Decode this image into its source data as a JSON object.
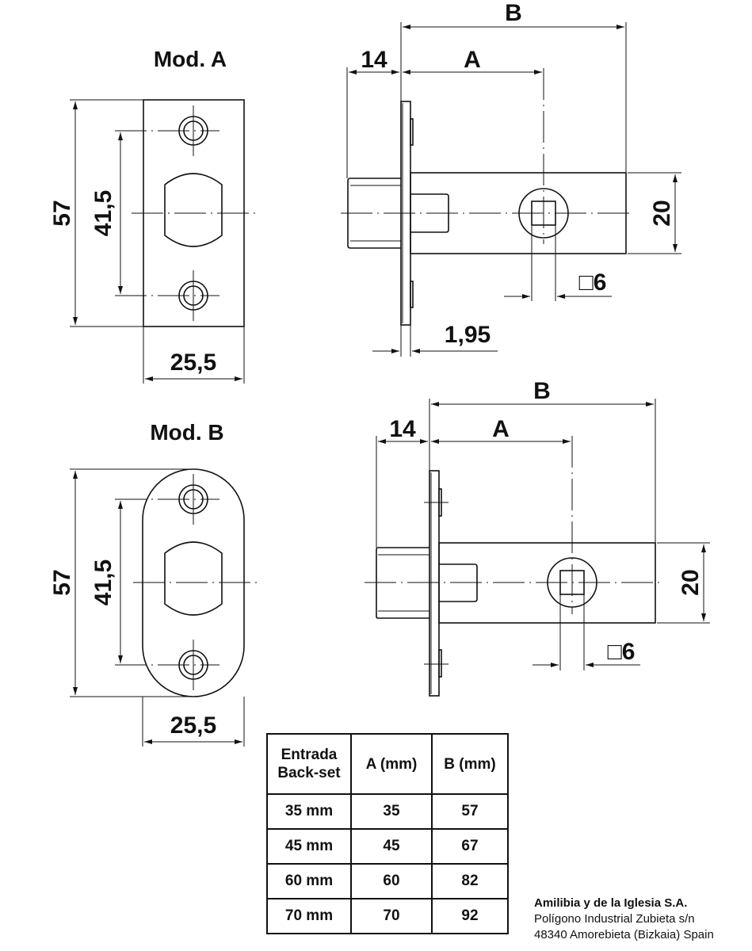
{
  "mod_a": {
    "title": "Mod. A",
    "dims": {
      "height": "57",
      "hole_spacing": "41,5",
      "width": "25,5"
    }
  },
  "mod_b": {
    "title": "Mod. B",
    "dims": {
      "height": "57",
      "hole_spacing": "41,5",
      "width": "25,5"
    }
  },
  "side_top": {
    "dims": {
      "b": "B",
      "a": "A",
      "bolt": "14",
      "case_height": "20",
      "spindle": "□6",
      "faceplate": "1,95"
    }
  },
  "side_bottom": {
    "dims": {
      "b": "B",
      "a": "A",
      "bolt": "14",
      "case_height": "20",
      "spindle": "□6"
    }
  },
  "table": {
    "headers": [
      "Entrada\nBack-set",
      "A (mm)",
      "B (mm)"
    ],
    "header_line1": "Entrada",
    "header_line2": "Back-set",
    "header_a": "A (mm)",
    "header_b": "B (mm)",
    "rows": [
      {
        "backset": "35 mm",
        "a": "35",
        "b": "57"
      },
      {
        "backset": "45 mm",
        "a": "45",
        "b": "67"
      },
      {
        "backset": "60 mm",
        "a": "60",
        "b": "82"
      },
      {
        "backset": "70 mm",
        "a": "70",
        "b": "92"
      }
    ]
  },
  "company": {
    "name": "Amilibia y de la Iglesia S.A.",
    "address1": "Polígono Industrial Zubieta s/n",
    "address2": "48340 Amorebieta (Bizkaia) Spain"
  }
}
